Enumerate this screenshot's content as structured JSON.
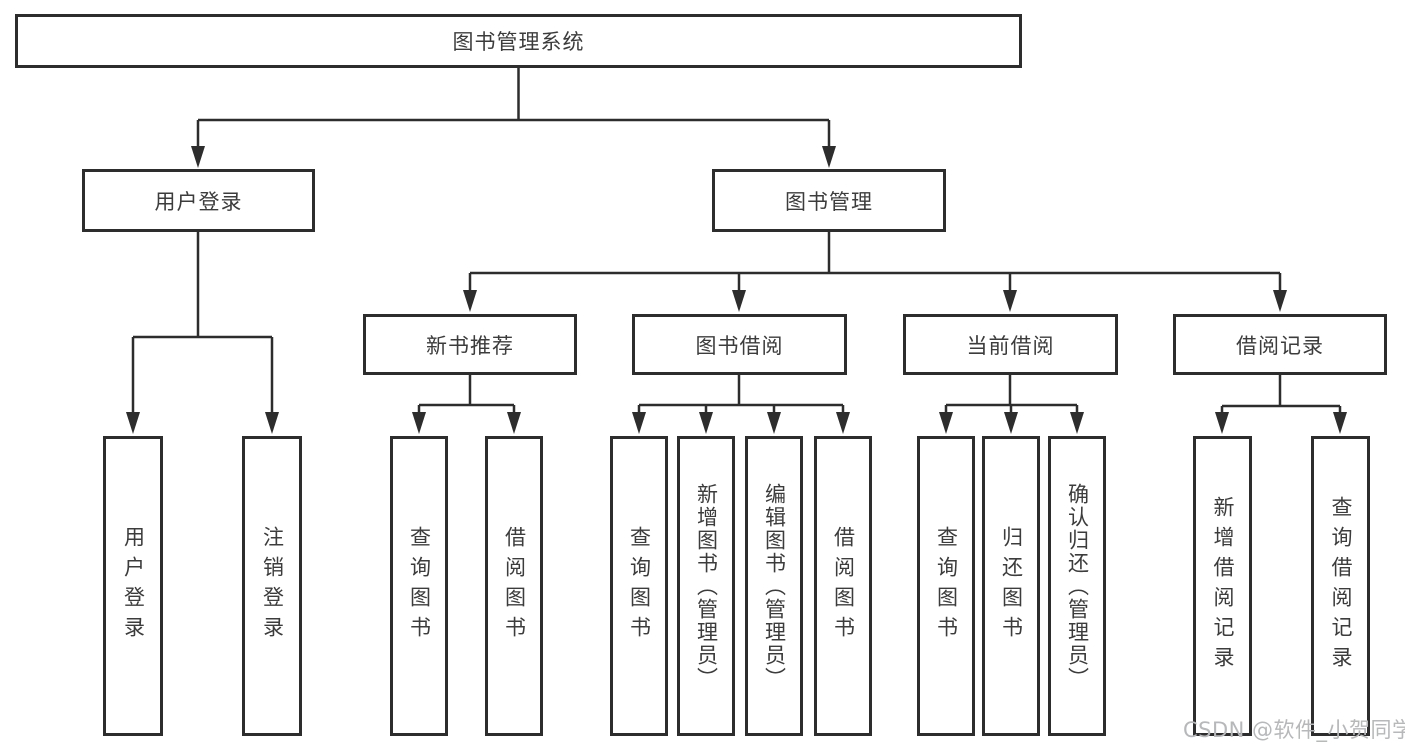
{
  "watermark": {
    "text": "CSDN @软件_小贺同学"
  },
  "colors": {
    "line": "#2d2d2d",
    "box_border": "#2d2d2d",
    "text": "#3c3c3c",
    "background": "#ffffff",
    "watermark_text": "#b6b8ba"
  },
  "nodes": {
    "root": "图书管理系统",
    "level2": {
      "user_login": "用户登录",
      "book_management": "图书管理"
    },
    "level3": {
      "new_book_recommend": "新书推荐",
      "book_borrow": "图书借阅",
      "current_borrow": "当前借阅",
      "borrow_record": "借阅记录"
    },
    "leaves": {
      "user_login": "用户登录",
      "logout": "注销登录",
      "nbr_query_book": "查询图书",
      "nbr_borrow_book": "借阅图书",
      "bb_query_book": "查询图书",
      "bb_add_book": "新增图书（管理员）",
      "bb_edit_book": "编辑图书（管理员）",
      "bb_borrow_book": "借阅图书",
      "cb_query_book": "查询图书",
      "cb_return_book": "归还图书",
      "cb_confirm_return": "确认归还（管理员）",
      "br_add_record": "新增借阅记录",
      "br_query_record": "查询借阅记录"
    }
  }
}
